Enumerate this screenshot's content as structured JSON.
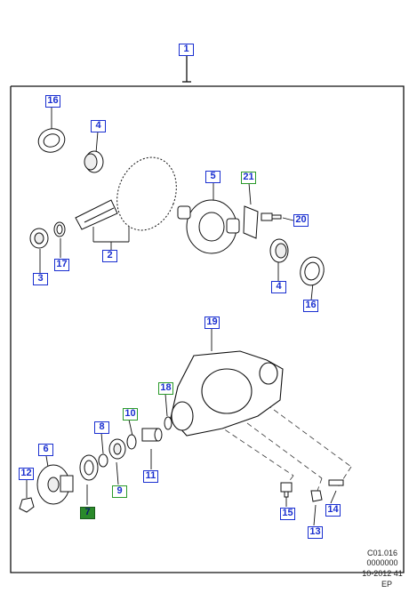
{
  "callouts": {
    "c1": "1",
    "c16a": "16",
    "c4a": "4",
    "c21": "21",
    "c5": "5",
    "c20": "20",
    "c2": "2",
    "c17": "17",
    "c3": "3",
    "c4b": "4",
    "c16b": "16",
    "c19": "19",
    "c18": "18",
    "c10": "10",
    "c8": "8",
    "c6": "6",
    "c12": "12",
    "c9": "9",
    "c11": "11",
    "c7": "7",
    "c15": "15",
    "c14": "14",
    "c13": "13"
  },
  "reference": {
    "code": "C01.016",
    "number": "0000000",
    "date": "10-2012 41",
    "market": "EP"
  },
  "colors": {
    "callout_border": "#1a2fd0",
    "callout_highlight": "#2a9a2a",
    "line": "#111111"
  }
}
